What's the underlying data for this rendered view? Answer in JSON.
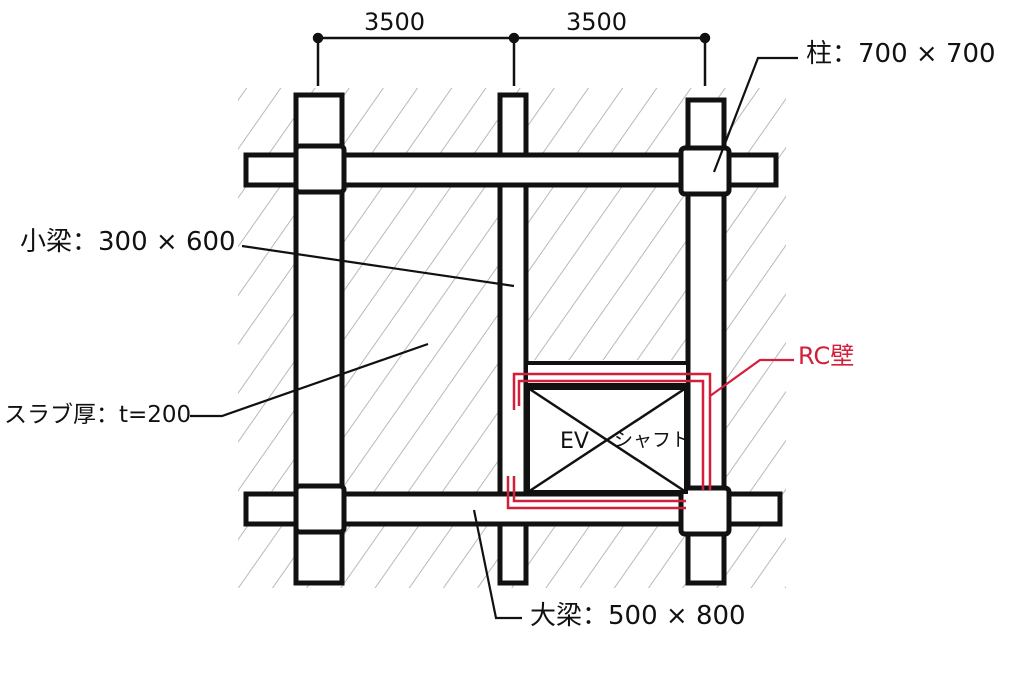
{
  "dimensions": {
    "span_left": "3500",
    "span_right": "3500"
  },
  "labels": {
    "column": "柱：700 × 700",
    "small_beam": "小梁：300 × 600",
    "slab": "スラブ厚：t=200",
    "rc_wall": "RC壁",
    "main_beam": "大梁：500 × 800",
    "ev_left": "EV",
    "ev_right": "シャフト"
  },
  "colors": {
    "line": "#111111",
    "hatch": "#b9b9b9",
    "rc_wall": "#d21f3c"
  }
}
